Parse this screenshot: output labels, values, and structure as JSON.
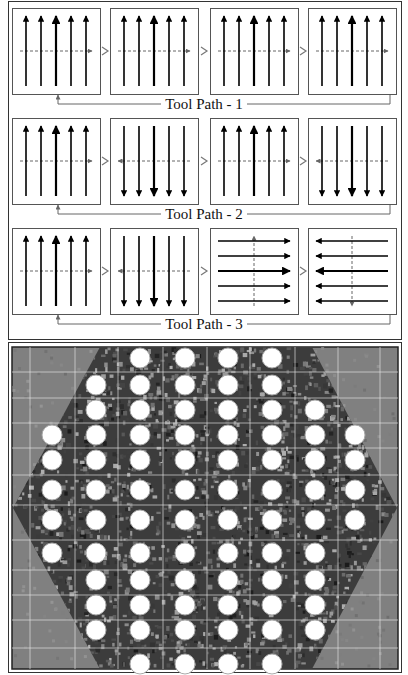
{
  "diagram": {
    "labels": [
      "Tool Path - 1",
      "Tool Path - 2",
      "Tool Path - 3"
    ]
  }
}
